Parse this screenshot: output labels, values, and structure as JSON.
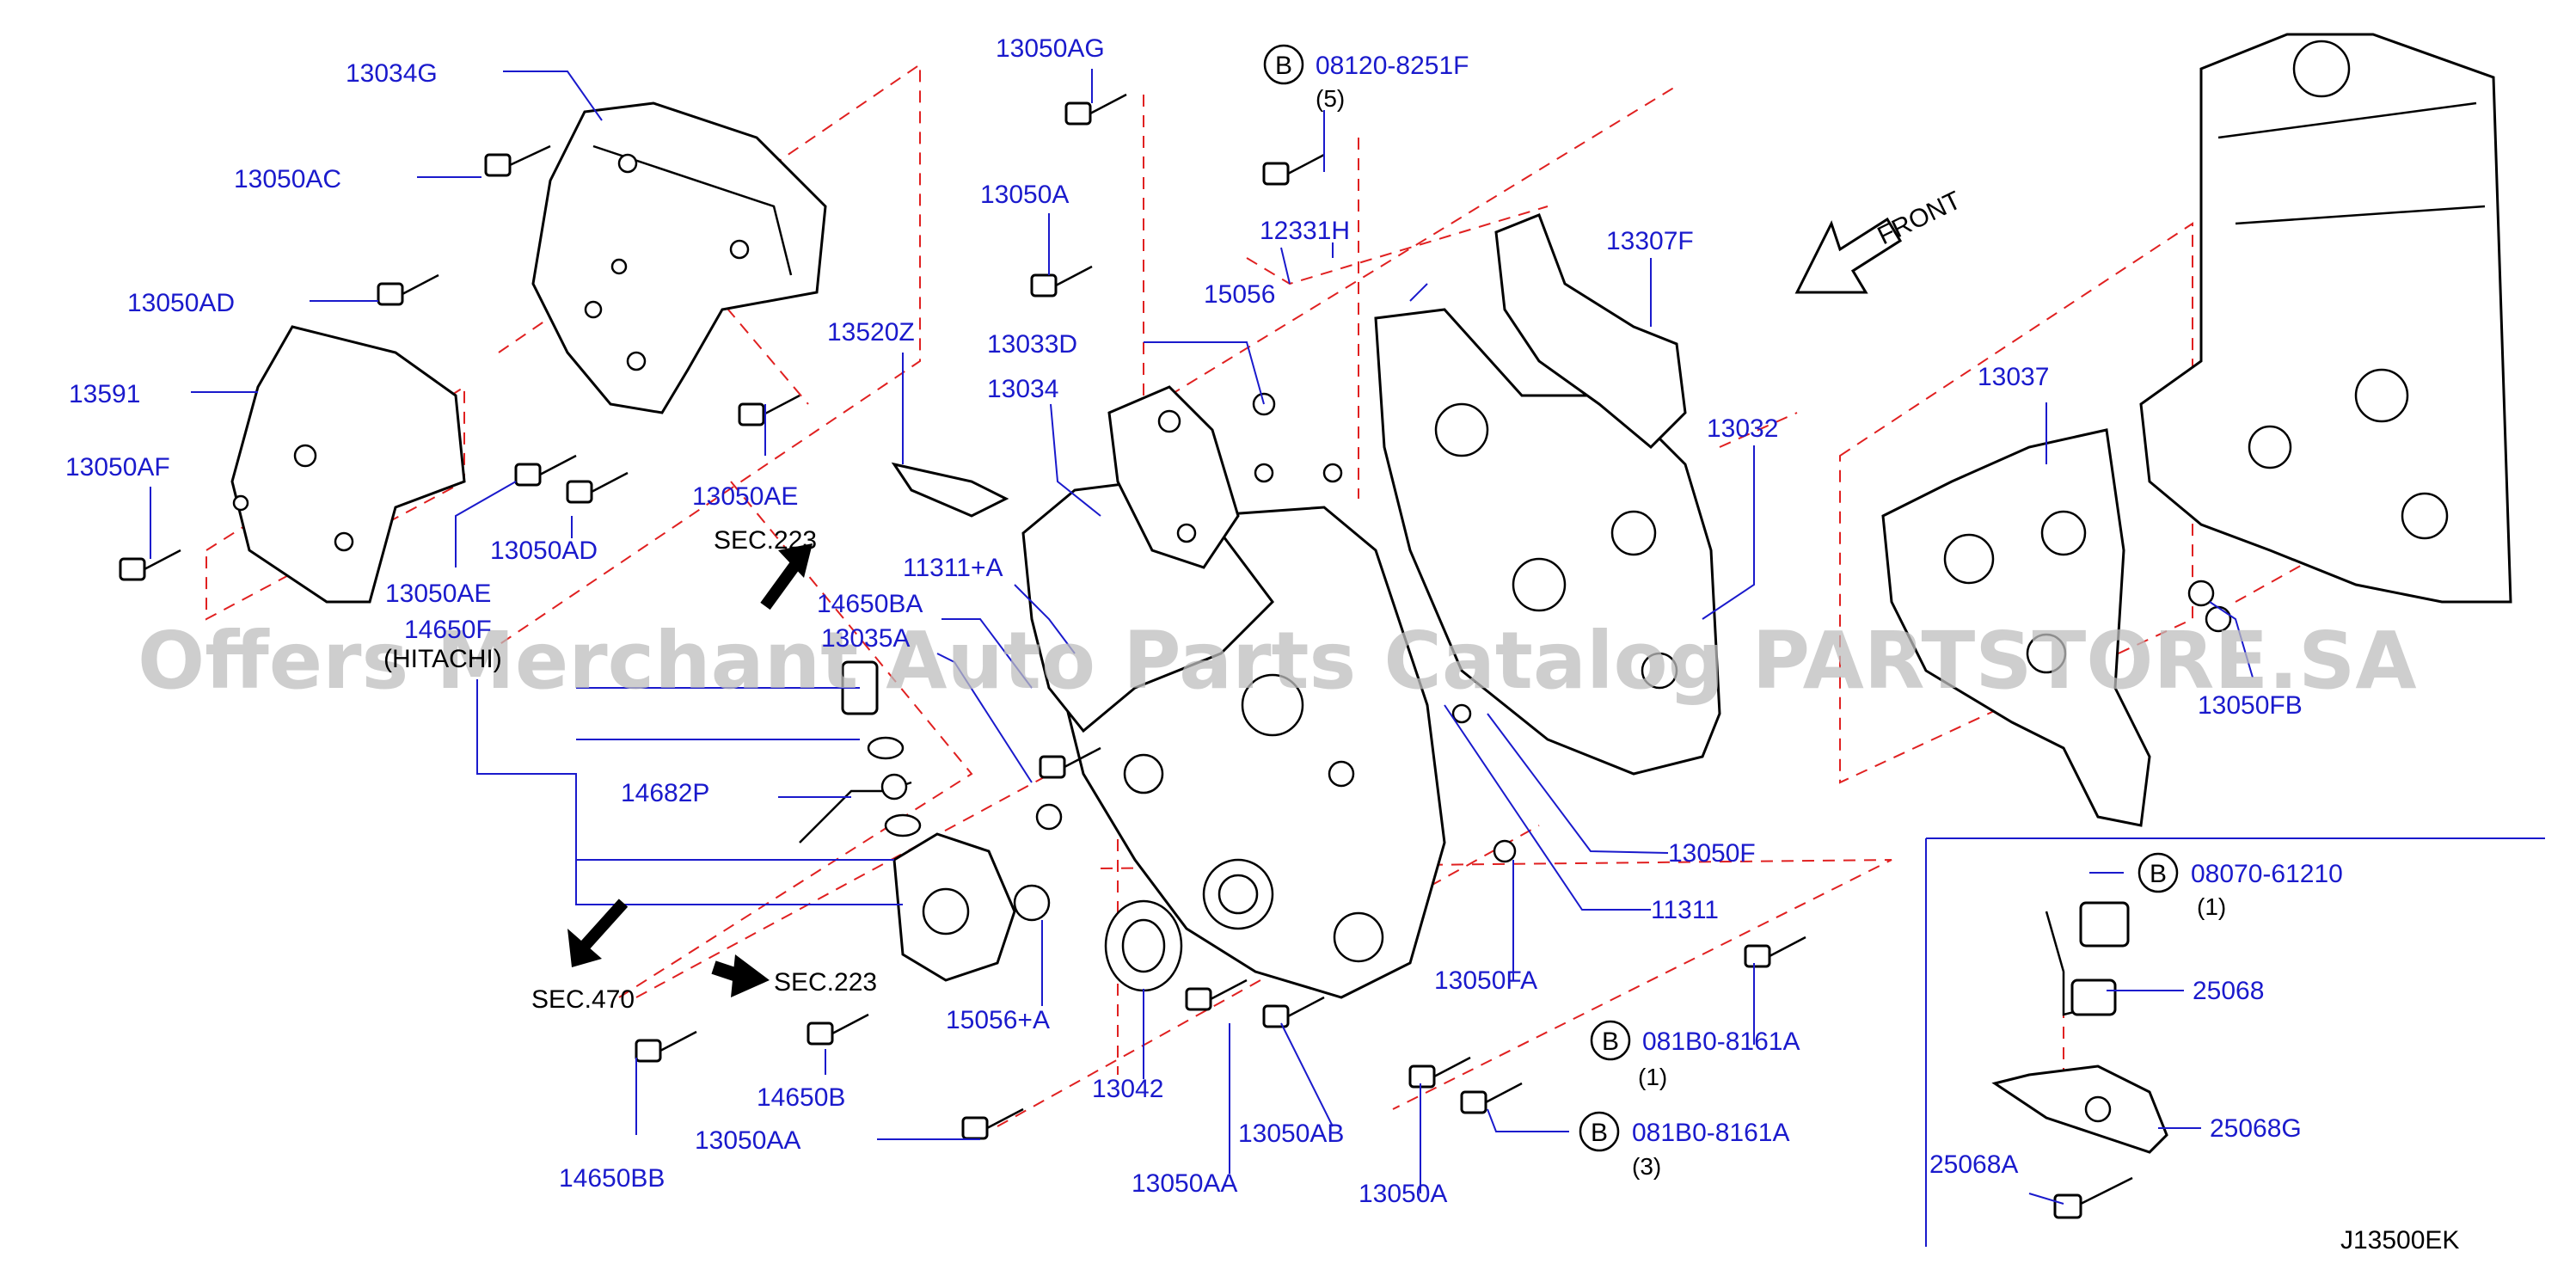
{
  "diagram_code": "J13500EK",
  "watermark": "Offers Merchant Auto Parts Catalog PARTSTORE.SA",
  "front_label": "FRONT",
  "sections": {
    "s223a": "SEC.223",
    "s223b": "SEC.223",
    "s470": "SEC.470"
  },
  "bolt_badge": "B",
  "bolt_refs": {
    "b1": {
      "part": "08120-8251F",
      "qty": "(5)"
    },
    "b2": {
      "part": "081B0-8161A",
      "qty": "(1)"
    },
    "b3": {
      "part": "081B0-8161A",
      "qty": "(3)"
    },
    "b4": {
      "part": "08070-61210",
      "qty": "(1)"
    }
  },
  "part_labels": {
    "p13034G": "13034G",
    "p13050AC": "13050AC",
    "p13050AD_top": "13050AD",
    "p13591": "13591",
    "p13050AF": "13050AF",
    "p13050AE_left": "13050AE",
    "p13050AD_mid": "13050AD",
    "p13050AE_mid": "13050AE",
    "p14650F": "14650F",
    "p_hitachi": "(HITACHI)",
    "p13050AG": "13050AG",
    "p13050A_top": "13050A",
    "p13520Z": "13520Z",
    "p13033D": "13033D",
    "p13034": "13034",
    "p11311A": "11311+A",
    "p14650BA": "14650BA",
    "p13035A": "13035A",
    "p14682P": "14682P",
    "p15056A": "15056+A",
    "p14650B": "14650B",
    "p14650BB": "14650BB",
    "p13050AA_left": "13050AA",
    "p13042": "13042",
    "p13050AA_mid": "13050AA",
    "p13050AB": "13050AB",
    "p12331H": "12331H",
    "p15056": "15056",
    "p13307F": "13307F",
    "p13032": "13032",
    "p13050F": "13050F",
    "p11311": "11311",
    "p13050FA": "13050FA",
    "p13050A_bot": "13050A",
    "p13037": "13037",
    "p13050FB": "13050FB",
    "p25068": "25068",
    "p25068G": "25068G",
    "p25068A": "25068A"
  }
}
